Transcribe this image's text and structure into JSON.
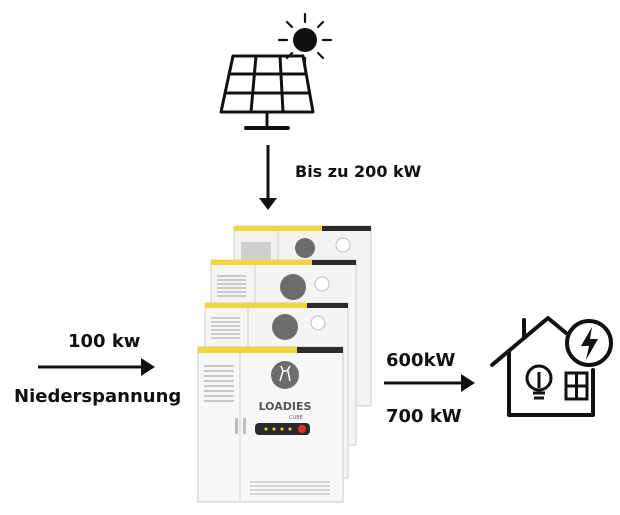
{
  "solar": {
    "label": "Bis zu 200 kW",
    "icon": "solar-panel-icon",
    "sun_icon": "sun-icon"
  },
  "input": {
    "power": "100 kw",
    "type": "Niederspannung"
  },
  "output": {
    "power_1": "600kW",
    "power_2": "700 kW",
    "icon": "house-icon",
    "lightning_icon": "lightning-icon",
    "bulb_icon": "light-bulb-icon",
    "window_icon": "window-icon"
  },
  "product": {
    "brand": "LOADIES",
    "model": "CUBE",
    "accent_color": "#f2d53c",
    "status_led_color": "#d9332b"
  }
}
